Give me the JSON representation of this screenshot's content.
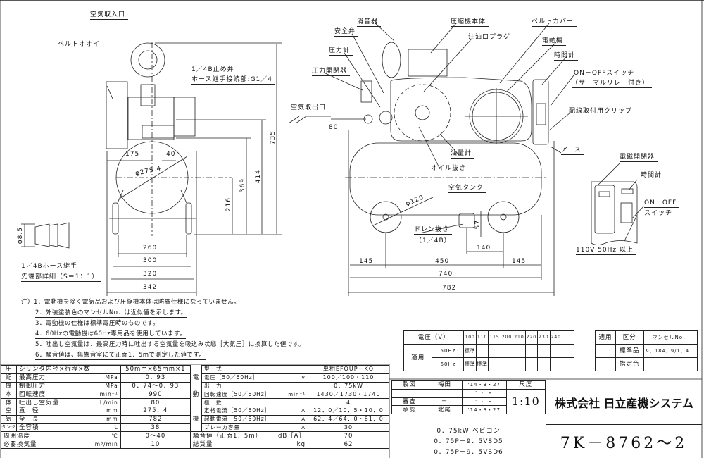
{
  "left_view": {
    "air_inlet": "空気取入口",
    "belt_guard": "ベルトオオイ",
    "stop_valve": "1／4B止め弁",
    "hose_joint": "ホース継手接続部:G1／4",
    "dims": {
      "h735": "735",
      "h414": "414",
      "h369": "369",
      "h216": "216",
      "w175": "175",
      "w40": "40",
      "dia": "φ275.4",
      "w260": "260",
      "w300": "300",
      "w320": "320",
      "w342": "342",
      "d85": "φ8.5"
    },
    "hose_detail_1": "1／4Bホース継手",
    "hose_detail_2": "先端部詳細（S＝1：1）"
  },
  "right_view": {
    "silencer": "消音器",
    "compressor_body": "圧縮機本体",
    "belt_cover": "ベルトカバー",
    "safety_valve": "安全弁",
    "oil_plug": "注油口プラグ",
    "motor": "電動機",
    "pressure_gauge": "圧力計",
    "timer": "時間計",
    "onoff": "ON－OFFスイッチ",
    "thermal": "（サーマルリレー付き）",
    "pressure_switch": "圧力開閉器",
    "air_outlet": "空気取出口",
    "clip": "配線取付用クリップ",
    "earth": "アース",
    "oil_gauge": "油量計",
    "oil_drain": "オイル抜き",
    "air_tank": "空気タンク",
    "drain": "ドレン抜き",
    "drain_size": "（1／4B）",
    "dims": {
      "d80": "80",
      "wheel": "φ120",
      "d57": "57",
      "d140": "140",
      "d145a": "145",
      "d450": "450",
      "d145b": "145",
      "d740": "740",
      "d782": "782"
    }
  },
  "panel": {
    "magnetic": "電磁開閉器",
    "timer": "時間計",
    "onoff": "ON－OFF",
    "switch": "スイッチ",
    "caption": "110V 50Hz 以上"
  },
  "notes": [
    "注）1．電動機を除く電気品および圧縮機本体は防塵仕様になっていません。",
    "2．外装塗装色のマンセルNo．は近似値を示します。",
    "3．電動機の仕様は標準電圧時のものです。",
    "4．60Hzの電動機は60Hz専用品を使用しています。",
    "5．吐出し空気量は、最高圧力時に吐出する空気量を吸込み状態［大気圧］に換算した値です。",
    "6．騒音値は、無響音室にて正面1．5mで測定した値です。"
  ],
  "spec_table": [
    {
      "g": "圧",
      "item": "シリンダ内径×行程×数",
      "unit": "",
      "value": "50mm×65mm×1"
    },
    {
      "g": "縮",
      "item": "最高圧力",
      "unit": "MPa",
      "value": "0．93"
    },
    {
      "g": "機",
      "item": "制御圧力",
      "unit": "MPa",
      "value": "0．74～0．93"
    },
    {
      "g": "本",
      "item": "回転速度",
      "unit": "min⁻¹",
      "value": "990"
    },
    {
      "g": "体",
      "item": "吐出し空気量",
      "unit": "L/min",
      "value": "80"
    },
    {
      "g": "空",
      "item": "直　径",
      "unit": "mm",
      "value": "275．4"
    },
    {
      "g": "気",
      "item": "全　長",
      "unit": "mm",
      "value": "782"
    },
    {
      "g": "タンク",
      "item": "全容積",
      "unit": "L",
      "value": "38"
    }
  ],
  "spec_extra": [
    {
      "item": "周囲温度",
      "unit": "℃",
      "value": "0～40"
    },
    {
      "item": "必要換気量",
      "unit": "m³/min",
      "value": "10"
    }
  ],
  "motor_table": [
    {
      "g": "",
      "item": "型　式",
      "unit": "",
      "value": "単相EFOUP－KQ"
    },
    {
      "g": "電",
      "item": "電圧［50／60Hz］",
      "unit": "V",
      "value": "100／100・110"
    },
    {
      "g": "",
      "item": "出　力",
      "unit": "",
      "value": "0．75kW"
    },
    {
      "g": "動",
      "item": "回転速度［50／60Hz］",
      "unit": "min⁻¹",
      "value": "1430／1730・1740"
    },
    {
      "g": "",
      "item": "極　数",
      "unit": "",
      "value": "4"
    },
    {
      "g": "",
      "item": "定格電流［50／60Hz］",
      "unit": "A",
      "value": "12．0／10．5・10．0"
    },
    {
      "g": "機",
      "item": "起動電流［50／60Hz］",
      "unit": "A",
      "value": "62．4／64．0・61．0"
    },
    {
      "g": "",
      "item": "ブレーカ容量",
      "unit": "A",
      "value": "30"
    }
  ],
  "motor_extra": [
    {
      "item": "騒音値（正面1．5m）",
      "unit": "dB［A］",
      "value": "70"
    },
    {
      "item": "総質量",
      "unit": "kg",
      "value": "62"
    }
  ],
  "voltage_table": {
    "label": "電圧（V）",
    "voltages": [
      "100",
      "110",
      "115",
      "200",
      "210",
      "220",
      "230",
      "240",
      ""
    ],
    "apply": "適用",
    "hz50": "50Hz",
    "hz60": "60Hz",
    "row50": [
      "標準",
      "",
      "",
      "",
      "",
      "",
      "",
      "",
      ""
    ],
    "row60": [
      "標準",
      "標準",
      "",
      "",
      "",
      "",
      "",
      "",
      ""
    ]
  },
  "color_table": {
    "apply": "適用",
    "class": "区分",
    "munsell": "マンセルNo．",
    "standard": "標準品",
    "standard_value": "9．184．9/1．4",
    "specified": "指定色"
  },
  "title_block": {
    "drawn": "製図",
    "drawn_by": "梅田",
    "drawn_date": "'14・3・27",
    "blank_date": "' ・ ・",
    "review": "審査",
    "review_by": "－",
    "review_date": "' ・ ・",
    "approve": "承認",
    "approve_by": "北尾",
    "approve_date": "'14・3・27",
    "scale_label": "尺度",
    "scale": "1:10",
    "company": "株式会社 日立産機システム",
    "model_1": "0．75kW ベビコン",
    "model_2": "0．75P－9．5VSD5",
    "model_3": "0．75P－9．5VSD6",
    "drawing_no": "7K－8762～2"
  }
}
